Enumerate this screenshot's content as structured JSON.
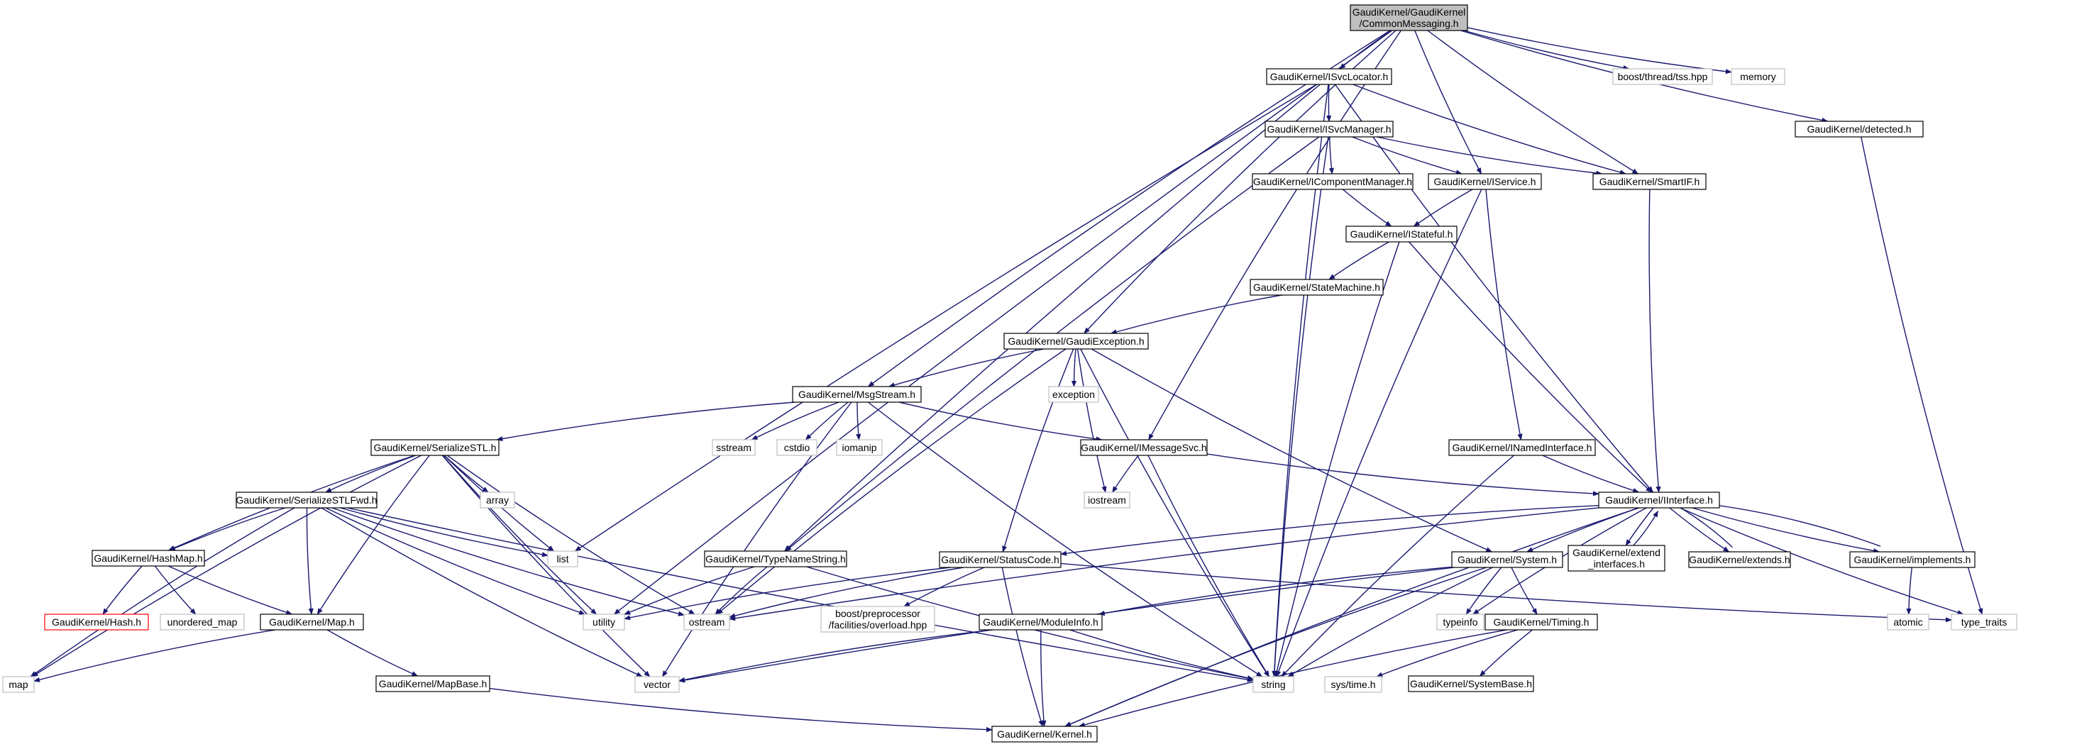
{
  "colors": {
    "edge": "#191970",
    "node_border": "#000000",
    "external_border": "#bfbfbf",
    "missing_border": "#ff0000",
    "root_fill": "#bfbfbf",
    "node_fill": "#ffffff",
    "text": "#000000"
  },
  "nodes": [
    {
      "id": "root",
      "lines": [
        "GaudiKernel/GaudiKernel",
        "/CommonMessaging.h"
      ],
      "kind": "root"
    },
    {
      "id": "isvclocator",
      "lines": [
        "GaudiKernel/ISvcLocator.h"
      ],
      "kind": "file"
    },
    {
      "id": "boost_tss",
      "lines": [
        "boost/thread/tss.hpp"
      ],
      "kind": "external"
    },
    {
      "id": "memory",
      "lines": [
        "memory"
      ],
      "kind": "external"
    },
    {
      "id": "detected",
      "lines": [
        "GaudiKernel/detected.h"
      ],
      "kind": "file"
    },
    {
      "id": "isvcmanager",
      "lines": [
        "GaudiKernel/ISvcManager.h"
      ],
      "kind": "file"
    },
    {
      "id": "icomponentmanager",
      "lines": [
        "GaudiKernel/IComponentManager.h"
      ],
      "kind": "file"
    },
    {
      "id": "iservice",
      "lines": [
        "GaudiKernel/IService.h"
      ],
      "kind": "file"
    },
    {
      "id": "smartif",
      "lines": [
        "GaudiKernel/SmartIF.h"
      ],
      "kind": "file"
    },
    {
      "id": "istateful",
      "lines": [
        "GaudiKernel/IStateful.h"
      ],
      "kind": "file"
    },
    {
      "id": "statemachine",
      "lines": [
        "GaudiKernel/StateMachine.h"
      ],
      "kind": "file"
    },
    {
      "id": "gaudiexception",
      "lines": [
        "GaudiKernel/GaudiException.h"
      ],
      "kind": "file"
    },
    {
      "id": "msgstream",
      "lines": [
        "GaudiKernel/MsgStream.h"
      ],
      "kind": "file"
    },
    {
      "id": "exception",
      "lines": [
        "exception"
      ],
      "kind": "external"
    },
    {
      "id": "serializestl",
      "lines": [
        "GaudiKernel/SerializeSTL.h"
      ],
      "kind": "file"
    },
    {
      "id": "sstream",
      "lines": [
        "sstream"
      ],
      "kind": "external"
    },
    {
      "id": "cstdio",
      "lines": [
        "cstdio"
      ],
      "kind": "external"
    },
    {
      "id": "iomanip",
      "lines": [
        "iomanip"
      ],
      "kind": "external"
    },
    {
      "id": "imessagesvc",
      "lines": [
        "GaudiKernel/IMessageSvc.h"
      ],
      "kind": "file"
    },
    {
      "id": "inamedinterface",
      "lines": [
        "GaudiKernel/INamedInterface.h"
      ],
      "kind": "file"
    },
    {
      "id": "array",
      "lines": [
        "array"
      ],
      "kind": "external"
    },
    {
      "id": "serializestlfwd",
      "lines": [
        "GaudiKernel/SerializeSTLFwd.h"
      ],
      "kind": "file"
    },
    {
      "id": "iostream",
      "lines": [
        "iostream"
      ],
      "kind": "external"
    },
    {
      "id": "iinterface",
      "lines": [
        "GaudiKernel/IInterface.h"
      ],
      "kind": "file"
    },
    {
      "id": "list",
      "lines": [
        "list"
      ],
      "kind": "external"
    },
    {
      "id": "hashmap",
      "lines": [
        "GaudiKernel/HashMap.h"
      ],
      "kind": "file"
    },
    {
      "id": "typenamestring",
      "lines": [
        "GaudiKernel/TypeNameString.h"
      ],
      "kind": "file"
    },
    {
      "id": "statuscode",
      "lines": [
        "GaudiKernel/StatusCode.h"
      ],
      "kind": "file"
    },
    {
      "id": "system",
      "lines": [
        "GaudiKernel/System.h"
      ],
      "kind": "file"
    },
    {
      "id": "extend_interfaces",
      "lines": [
        "GaudiKernel/extend",
        "_interfaces.h"
      ],
      "kind": "file"
    },
    {
      "id": "extends",
      "lines": [
        "GaudiKernel/extends.h"
      ],
      "kind": "file"
    },
    {
      "id": "implements",
      "lines": [
        "GaudiKernel/implements.h"
      ],
      "kind": "file"
    },
    {
      "id": "hash",
      "lines": [
        "GaudiKernel/Hash.h"
      ],
      "kind": "missing"
    },
    {
      "id": "unordered_map",
      "lines": [
        "unordered_map"
      ],
      "kind": "external"
    },
    {
      "id": "map_h",
      "lines": [
        "GaudiKernel/Map.h"
      ],
      "kind": "file"
    },
    {
      "id": "utility",
      "lines": [
        "utility"
      ],
      "kind": "external"
    },
    {
      "id": "ostream",
      "lines": [
        "ostream"
      ],
      "kind": "external"
    },
    {
      "id": "boost_overload",
      "lines": [
        "boost/preprocessor",
        "/facilities/overload.hpp"
      ],
      "kind": "external"
    },
    {
      "id": "moduleinfo",
      "lines": [
        "GaudiKernel/ModuleInfo.h"
      ],
      "kind": "file"
    },
    {
      "id": "typeinfo",
      "lines": [
        "typeinfo"
      ],
      "kind": "external"
    },
    {
      "id": "timing",
      "lines": [
        "GaudiKernel/Timing.h"
      ],
      "kind": "file"
    },
    {
      "id": "atomic",
      "lines": [
        "atomic"
      ],
      "kind": "external"
    },
    {
      "id": "type_traits",
      "lines": [
        "type_traits"
      ],
      "kind": "external"
    },
    {
      "id": "map",
      "lines": [
        "map"
      ],
      "kind": "external"
    },
    {
      "id": "mapbase",
      "lines": [
        "GaudiKernel/MapBase.h"
      ],
      "kind": "file"
    },
    {
      "id": "vector",
      "lines": [
        "vector"
      ],
      "kind": "external"
    },
    {
      "id": "string",
      "lines": [
        "string"
      ],
      "kind": "external"
    },
    {
      "id": "systime",
      "lines": [
        "sys/time.h"
      ],
      "kind": "external"
    },
    {
      "id": "systembase",
      "lines": [
        "GaudiKernel/SystemBase.h"
      ],
      "kind": "file"
    },
    {
      "id": "kernel",
      "lines": [
        "GaudiKernel/Kernel.h"
      ],
      "kind": "file"
    }
  ],
  "edges": [
    [
      "root",
      "isvclocator"
    ],
    [
      "root",
      "boost_tss"
    ],
    [
      "root",
      "memory"
    ],
    [
      "root",
      "detected"
    ],
    [
      "root",
      "iservice"
    ],
    [
      "root",
      "smartif"
    ],
    [
      "root",
      "gaudiexception"
    ],
    [
      "root",
      "msgstream"
    ],
    [
      "root",
      "imessagesvc"
    ],
    [
      "root",
      "utility"
    ],
    [
      "isvclocator",
      "isvcmanager"
    ],
    [
      "isvclocator",
      "smartif"
    ],
    [
      "isvclocator",
      "iinterface"
    ],
    [
      "isvclocator",
      "list"
    ],
    [
      "isvclocator",
      "typenamestring"
    ],
    [
      "isvclocator",
      "string"
    ],
    [
      "isvcmanager",
      "icomponentmanager"
    ],
    [
      "isvcmanager",
      "iservice"
    ],
    [
      "isvcmanager",
      "smartif"
    ],
    [
      "isvcmanager",
      "typenamestring"
    ],
    [
      "isvcmanager",
      "string"
    ],
    [
      "icomponentmanager",
      "istateful"
    ],
    [
      "iservice",
      "istateful"
    ],
    [
      "iservice",
      "inamedinterface"
    ],
    [
      "iservice",
      "string"
    ],
    [
      "smartif",
      "iinterface"
    ],
    [
      "istateful",
      "statemachine"
    ],
    [
      "istateful",
      "iinterface"
    ],
    [
      "istateful",
      "string"
    ],
    [
      "statemachine",
      "gaudiexception"
    ],
    [
      "gaudiexception",
      "msgstream"
    ],
    [
      "gaudiexception",
      "exception"
    ],
    [
      "gaudiexception",
      "iostream"
    ],
    [
      "gaudiexception",
      "statuscode"
    ],
    [
      "gaudiexception",
      "system"
    ],
    [
      "gaudiexception",
      "string"
    ],
    [
      "gaudiexception",
      "ostream"
    ],
    [
      "msgstream",
      "serializestl"
    ],
    [
      "msgstream",
      "sstream"
    ],
    [
      "msgstream",
      "cstdio"
    ],
    [
      "msgstream",
      "iomanip"
    ],
    [
      "msgstream",
      "imessagesvc"
    ],
    [
      "msgstream",
      "vector"
    ],
    [
      "msgstream",
      "string"
    ],
    [
      "imessagesvc",
      "iinterface"
    ],
    [
      "imessagesvc",
      "iostream"
    ],
    [
      "imessagesvc",
      "string"
    ],
    [
      "inamedinterface",
      "iinterface"
    ],
    [
      "inamedinterface",
      "string"
    ],
    [
      "serializestl",
      "serializestlfwd"
    ],
    [
      "serializestl",
      "array"
    ],
    [
      "serializestl",
      "list"
    ],
    [
      "serializestl",
      "hashmap"
    ],
    [
      "serializestl",
      "map_h"
    ],
    [
      "serializestl",
      "utility"
    ],
    [
      "serializestl",
      "ostream"
    ],
    [
      "serializestl",
      "map"
    ],
    [
      "serializestl",
      "vector"
    ],
    [
      "serializestlfwd",
      "list"
    ],
    [
      "serializestlfwd",
      "hashmap"
    ],
    [
      "serializestlfwd",
      "map_h"
    ],
    [
      "serializestlfwd",
      "utility"
    ],
    [
      "serializestlfwd",
      "ostream"
    ],
    [
      "serializestlfwd",
      "map"
    ],
    [
      "serializestlfwd",
      "vector"
    ],
    [
      "serializestlfwd",
      "string"
    ],
    [
      "iinterface",
      "statuscode"
    ],
    [
      "iinterface",
      "system"
    ],
    [
      "iinterface",
      "extend_interfaces"
    ],
    [
      "iinterface",
      "extends"
    ],
    [
      "iinterface",
      "implements"
    ],
    [
      "iinterface",
      "typeinfo"
    ],
    [
      "iinterface",
      "type_traits"
    ],
    [
      "iinterface",
      "kernel"
    ],
    [
      "iinterface",
      "ostream"
    ],
    [
      "extend_interfaces",
      "iinterface"
    ],
    [
      "extends",
      "iinterface"
    ],
    [
      "implements",
      "iinterface"
    ],
    [
      "implements",
      "atomic"
    ],
    [
      "hashmap",
      "hash"
    ],
    [
      "hashmap",
      "unordered_map"
    ],
    [
      "hashmap",
      "map_h"
    ],
    [
      "map_h",
      "map"
    ],
    [
      "map_h",
      "mapbase"
    ],
    [
      "mapbase",
      "kernel"
    ],
    [
      "typenamestring",
      "utility"
    ],
    [
      "typenamestring",
      "ostream"
    ],
    [
      "typenamestring",
      "string"
    ],
    [
      "statuscode",
      "boost_overload"
    ],
    [
      "statuscode",
      "utility"
    ],
    [
      "statuscode",
      "ostream"
    ],
    [
      "statuscode",
      "type_traits"
    ],
    [
      "statuscode",
      "kernel"
    ],
    [
      "system",
      "moduleinfo"
    ],
    [
      "system",
      "timing"
    ],
    [
      "system",
      "typeinfo"
    ],
    [
      "system",
      "string"
    ],
    [
      "system",
      "vector"
    ],
    [
      "system",
      "kernel"
    ],
    [
      "moduleinfo",
      "vector"
    ],
    [
      "moduleinfo",
      "string"
    ],
    [
      "moduleinfo",
      "kernel"
    ],
    [
      "timing",
      "systime"
    ],
    [
      "timing",
      "systembase"
    ],
    [
      "timing",
      "kernel"
    ],
    [
      "detected",
      "type_traits"
    ]
  ]
}
